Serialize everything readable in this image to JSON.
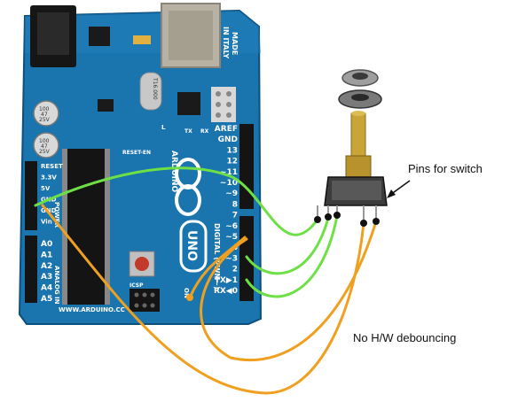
{
  "board": {
    "made_in_italy": [
      "MADE",
      "IN ITALY"
    ],
    "logo": "ARDUINO",
    "model": "UNO",
    "url": "WWW.ARDUINO.CC",
    "reset_label": "RESET",
    "reset_en": "RESET-EN",
    "icsp": "ICSP",
    "on_label": "ON",
    "digital_label": "DIGITAL (PWM~)",
    "power_label": "POWER",
    "analog_label": "ANALOG IN",
    "tx_label": "TX",
    "rx_label": "RX",
    "l_label": "L",
    "cap_text": [
      "100",
      "47",
      "25V"
    ],
    "crystal_text": "T16.000",
    "header_pins_right": [
      "AREF",
      "GND",
      "13",
      "12",
      "~11",
      "~10",
      "~9",
      "8",
      "7",
      "~6",
      "~5",
      "4",
      "~3",
      "2",
      "TX▶1",
      "RX◀0"
    ],
    "header_pins_left": [
      "RESET",
      "3.3V",
      "5V",
      "GND",
      "GND",
      "Vin"
    ],
    "analog_pins": [
      "A0",
      "A1",
      "A2",
      "A3",
      "A4",
      "A5"
    ]
  },
  "annotations": {
    "pins_for_switch": "Pins for switch",
    "no_debounce": "No H/W debouncing"
  },
  "colors": {
    "board": "#1a74ad",
    "board_dark": "#0d4f7d",
    "green_wire": "#6ee046",
    "orange_wire": "#f0a020",
    "brass": "#c9a437"
  }
}
